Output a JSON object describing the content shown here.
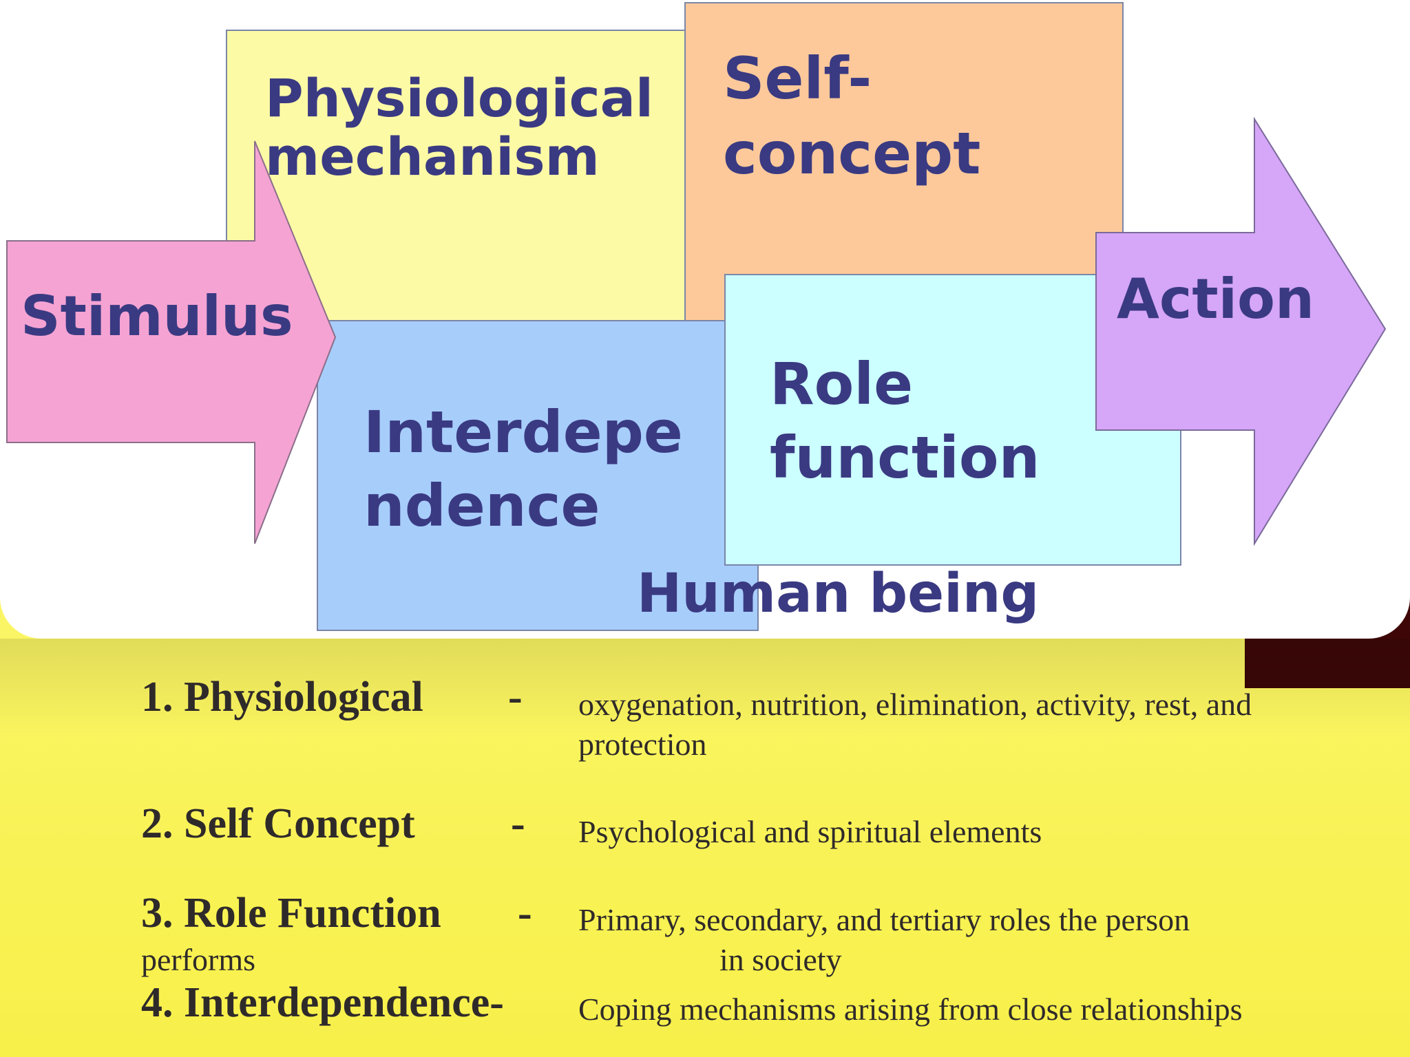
{
  "diagram": {
    "stimulus": "Stimulus",
    "physiological_line1": "Physiological",
    "physiological_line2": "mechanism",
    "self_concept_line1": "Self-",
    "self_concept_line2": "concept",
    "interdependence_line1": "Interdepe",
    "interdependence_line2": "ndence",
    "role_line1": "Role",
    "role_line2": "function",
    "action": "Action",
    "human_being": "Human being",
    "colors": {
      "stimulus": "#f5a3d3",
      "physiological": "#fdfaa6",
      "self_concept": "#fdc99a",
      "interdependence": "#a7cdfb",
      "role_function": "#ccffff",
      "action": "#d6a6f8",
      "label_text": "#3a3a82"
    }
  },
  "modes": [
    {
      "label": "1. Physiological",
      "dash": "-",
      "desc_line1": "oxygenation, nutrition, elimination, activity, rest, and",
      "desc_line2": "protection"
    },
    {
      "label": "2. Self Concept",
      "dash": "-",
      "desc_line1": "Psychological and spiritual elements"
    },
    {
      "label": "3. Role Function",
      "dash": "-",
      "desc_line1": "Primary, secondary, and tertiary roles the person",
      "performs": "performs",
      "desc_line2": "in society"
    },
    {
      "label": "4. Interdependence-",
      "desc_line1": "Coping mechanisms arising from close relationships"
    }
  ]
}
